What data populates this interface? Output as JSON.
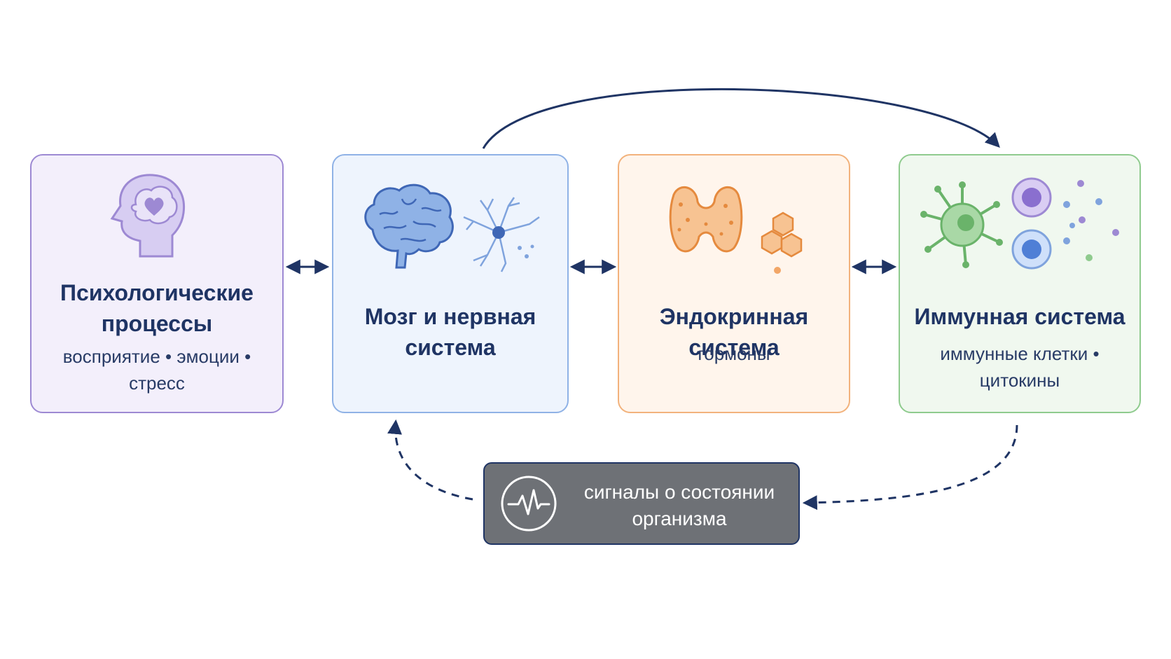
{
  "nodes": {
    "psych": {
      "title_line1": "Психологические",
      "title_line2": "процессы",
      "sub_line1": "восприятие • эмоции •",
      "sub_line2": "стресс"
    },
    "brain": {
      "title_line1": "Мозг и нервная",
      "title_line2": "система"
    },
    "endocrine": {
      "title": "Эндокринная система",
      "sub": "гормоны"
    },
    "immune": {
      "title": "Иммунная система",
      "sub_line1": "иммунные клетки •",
      "sub_line2": "цитокины"
    }
  },
  "feedback": {
    "line1": "сигналы о состоянии",
    "line2": "организма"
  },
  "colors": {
    "arrow": "#1f3464",
    "psych": "#9d89d3",
    "brain": "#8fb2e6",
    "endocrine": "#f2b27c",
    "immune": "#8fcb8e",
    "signal_bg": "#6e7176"
  },
  "icons": {
    "psych": "head-with-heart-icon",
    "brain": [
      "brain-icon",
      "neuron-icon"
    ],
    "endocrine": [
      "thyroid-gland-icon",
      "hormone-molecule-icon"
    ],
    "immune": [
      "virus-icon",
      "immune-cells-icon"
    ],
    "signal": "heartbeat-pulse-icon"
  }
}
